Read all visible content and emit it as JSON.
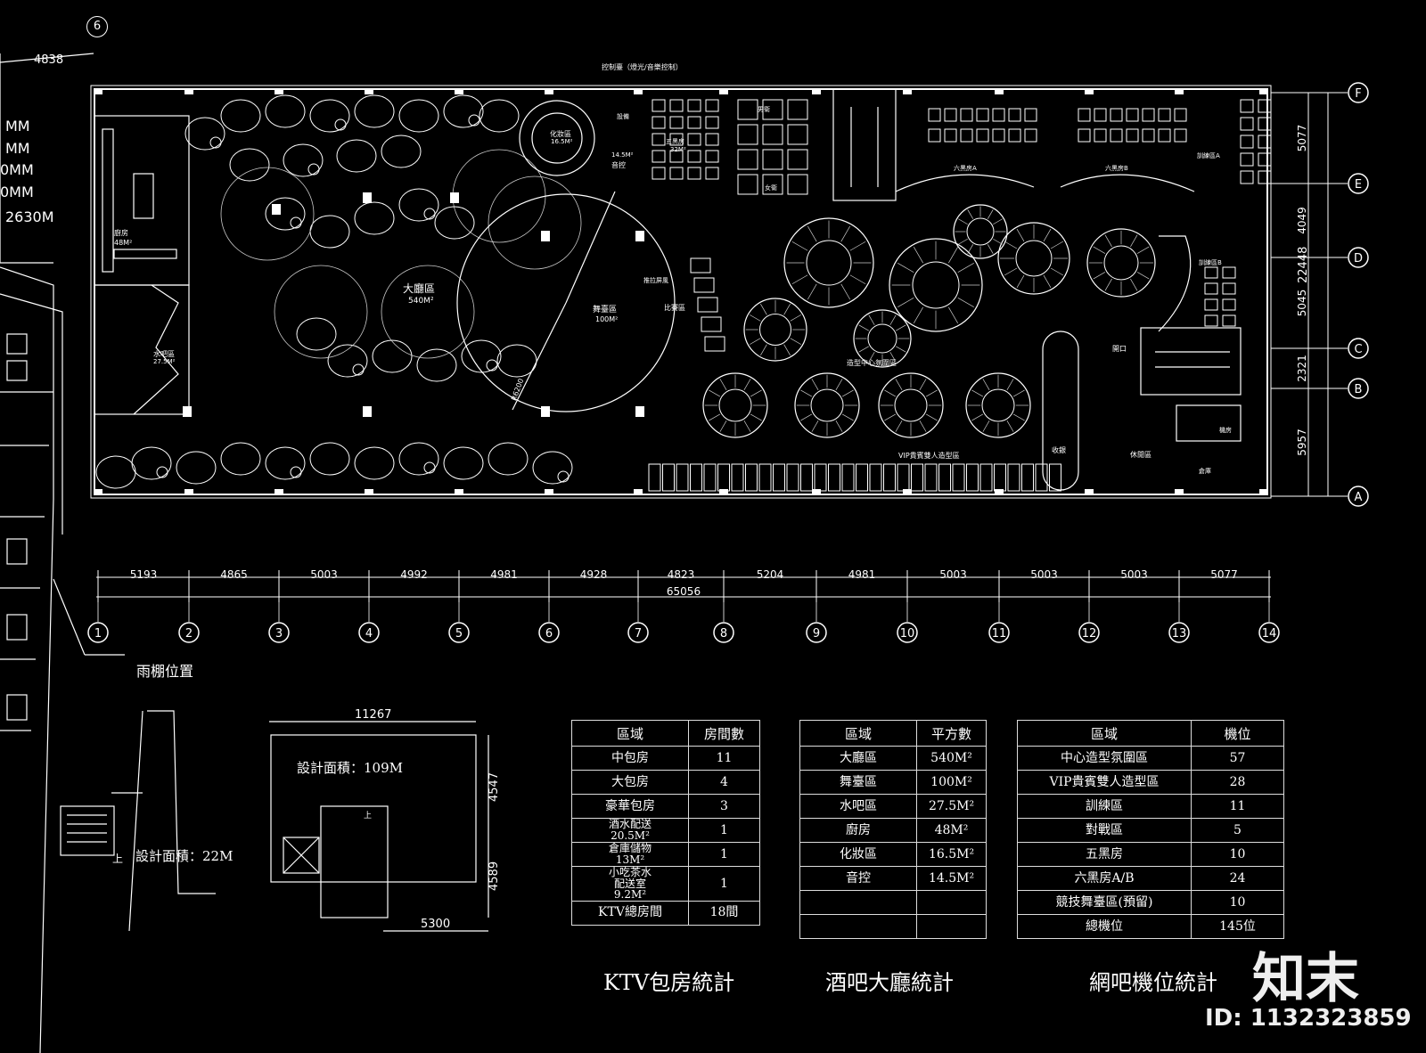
{
  "left_labels": [
    "MM",
    "MM",
    "0MM",
    "0MM",
    "2630M"
  ],
  "top_dim": "4838",
  "top_axis": "6",
  "plan_labels": {
    "control_room": "控制臺（燈光/音樂控制）",
    "hall": "大廳區",
    "hall_area": "540M²",
    "stage": "舞臺區",
    "stage_area": "100M²",
    "kitchen": "廚房",
    "kitchen_area": "48M²",
    "water_bar": "水吧區",
    "water_bar_area": "27.5M²",
    "makeup": "化妝區",
    "makeup_area": "16.5M²",
    "sound": "音控",
    "sound_area": "14.5M²",
    "room5": "五黑房",
    "room5_area": "32M²",
    "male": "男衛",
    "female": "女衛",
    "room6a": "六黑房A",
    "room6b": "六黑房B",
    "train_a": "訓練區A",
    "train_b": "訓練區B",
    "center": "造型中心氛圍區",
    "vip": "VIP貴賓雙人造型區",
    "match": "比賽區",
    "folding": "推拉屏風",
    "rest": "休閒區",
    "cashier": "收銀",
    "warehouse": "倉庫",
    "machine": "機房",
    "entrance": "開口",
    "canopy": "雨棚位置",
    "r6200": "R6200",
    "equip": "設備"
  },
  "right_axes": [
    {
      "name": "F",
      "dim": "5077"
    },
    {
      "name": "E",
      "dim": "4049"
    },
    {
      "name": "D",
      "dim": "5045"
    },
    {
      "name": "C",
      "dim": "2321"
    },
    {
      "name": "B",
      "dim": "5957"
    },
    {
      "name": "A",
      "dim": ""
    }
  ],
  "right_total": "22448",
  "bottom_dims": [
    "5193",
    "4865",
    "5003",
    "4992",
    "4981",
    "4928",
    "4823",
    "5204",
    "4981",
    "5003",
    "5003",
    "5003",
    "5077"
  ],
  "bottom_total": "65056",
  "bottom_axes": [
    "1",
    "2",
    "3",
    "4",
    "5",
    "6",
    "7",
    "8",
    "9",
    "10",
    "11",
    "12",
    "13",
    "14"
  ],
  "small_plan_left": {
    "area_label": "設計面積：22M",
    "up": "上"
  },
  "small_plan_mid": {
    "area_label": "設計面積：109M",
    "up": "上",
    "dim_top": "11267",
    "dim_right1": "4547",
    "dim_right2": "4589",
    "dim_bottom": "5300"
  },
  "ktv_table": {
    "title": "KTV包房統計",
    "headers": [
      "區域",
      "房間數"
    ],
    "rows": [
      [
        "中包房",
        "11"
      ],
      [
        "大包房",
        "4"
      ],
      [
        "豪華包房",
        "3"
      ],
      [
        "酒水配送\n20.5M²",
        "1"
      ],
      [
        "倉庫儲物\n13M²",
        "1"
      ],
      [
        "小吃茶水\n配送室\n9.2M²",
        "1"
      ],
      [
        "KTV總房間",
        "18間"
      ]
    ]
  },
  "bar_table": {
    "title": "酒吧大廳統計",
    "headers": [
      "區域",
      "平方數"
    ],
    "rows": [
      [
        "大廳區",
        "540M²"
      ],
      [
        "舞臺區",
        "100M²"
      ],
      [
        "水吧區",
        "27.5M²"
      ],
      [
        "廚房",
        "48M²"
      ],
      [
        "化妝區",
        "16.5M²"
      ],
      [
        "音控",
        "14.5M²"
      ],
      [
        "",
        ""
      ],
      [
        "",
        ""
      ]
    ]
  },
  "net_table": {
    "title": "網吧機位統計",
    "headers": [
      "區域",
      "機位"
    ],
    "rows": [
      [
        "中心造型氛圍區",
        "57"
      ],
      [
        "VIP貴賓雙人造型區",
        "28"
      ],
      [
        "訓練區",
        "11"
      ],
      [
        "對戰區",
        "5"
      ],
      [
        "五黑房",
        "10"
      ],
      [
        "六黑房A/B",
        "24"
      ],
      [
        "競技舞臺區(預留)",
        "10"
      ],
      [
        "總機位",
        "145位"
      ]
    ]
  },
  "brand": "知末",
  "brand_id": "ID: 1132323859",
  "colors": {
    "background": "#000000",
    "line": "#ffffff",
    "accent": "#cccccc"
  }
}
